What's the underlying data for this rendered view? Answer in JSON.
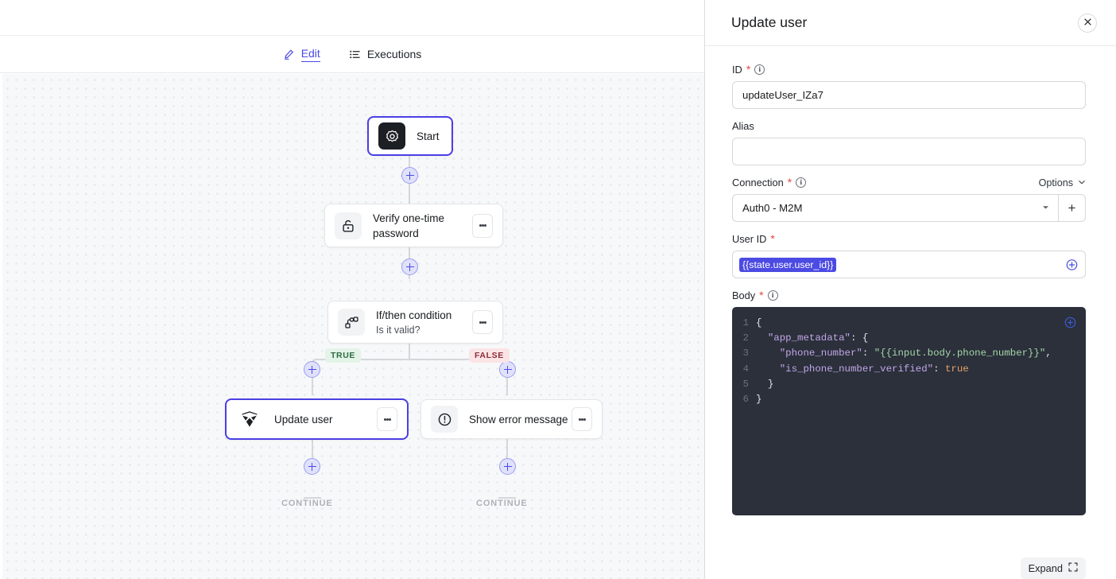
{
  "tabs": [
    {
      "label": "Edit",
      "icon": "pencil-icon",
      "active": true
    },
    {
      "label": "Executions",
      "icon": "list-icon",
      "active": false
    }
  ],
  "canvas": {
    "nodes": [
      {
        "id": "start",
        "title": "Start",
        "subtitle": "",
        "icon": "gear-badge-icon",
        "selected": true,
        "kebab": false
      },
      {
        "id": "verify",
        "title": "Verify one-time password",
        "subtitle": "",
        "icon": "unlock-icon",
        "selected": false,
        "kebab": true
      },
      {
        "id": "ifthen",
        "title": "If/then condition",
        "subtitle": "Is it valid?",
        "icon": "branch-icon",
        "selected": false,
        "kebab": true
      },
      {
        "id": "update",
        "title": "Update user",
        "subtitle": "",
        "icon": "auth0-shield-icon",
        "selected": true,
        "kebab": true
      },
      {
        "id": "error",
        "title": "Show error message",
        "subtitle": "",
        "icon": "alert-circle-icon",
        "selected": false,
        "kebab": true
      }
    ],
    "branch_labels": {
      "true": "TRUE",
      "false": "FALSE"
    },
    "terminal_labels": {
      "left": "CONTINUE",
      "right": "CONTINUE"
    },
    "colors": {
      "accent": "#4b4ae3",
      "true_bg": "#e3f3e8",
      "true_fg": "#2c6b41",
      "false_bg": "#fbe4e6",
      "false_fg": "#8c2f39",
      "edge": "#d5d7da"
    }
  },
  "panel": {
    "title": "Update user",
    "close_label": "×",
    "fields": {
      "id": {
        "label": "ID",
        "required": true,
        "info": true,
        "value": "updateUser_IZa7",
        "placeholder": ""
      },
      "alias": {
        "label": "Alias",
        "required": false,
        "info": false,
        "value": "",
        "placeholder": ""
      },
      "connection": {
        "label": "Connection",
        "required": true,
        "info": true,
        "options_label": "Options",
        "value": "Auth0 - M2M",
        "add_label": "+"
      },
      "user_id": {
        "label": "User ID",
        "required": true,
        "info": false,
        "token": "{{state.user.user_id}}"
      },
      "body": {
        "label": "Body",
        "required": true,
        "info": true,
        "lines": [
          {
            "n": "1",
            "tokens": [
              {
                "t": "punct",
                "s": "{"
              }
            ]
          },
          {
            "n": "2",
            "tokens": [
              {
                "t": "plain",
                "s": "  "
              },
              {
                "t": "key",
                "s": "\"app_metadata\""
              },
              {
                "t": "punct",
                "s": ": {"
              }
            ]
          },
          {
            "n": "3",
            "tokens": [
              {
                "t": "plain",
                "s": "    "
              },
              {
                "t": "key",
                "s": "\"phone_number\""
              },
              {
                "t": "punct",
                "s": ": "
              },
              {
                "t": "str",
                "s": "\"{{input.body.phone_number}}\""
              },
              {
                "t": "punct",
                "s": ","
              }
            ]
          },
          {
            "n": "4",
            "tokens": [
              {
                "t": "plain",
                "s": "    "
              },
              {
                "t": "key",
                "s": "\"is_phone_number_verified\""
              },
              {
                "t": "punct",
                "s": ": "
              },
              {
                "t": "bool",
                "s": "true"
              }
            ]
          },
          {
            "n": "5",
            "tokens": [
              {
                "t": "plain",
                "s": "  "
              },
              {
                "t": "punct",
                "s": "}"
              }
            ]
          },
          {
            "n": "6",
            "tokens": [
              {
                "t": "punct",
                "s": "}"
              }
            ]
          }
        ]
      }
    },
    "expand_label": "Expand"
  }
}
